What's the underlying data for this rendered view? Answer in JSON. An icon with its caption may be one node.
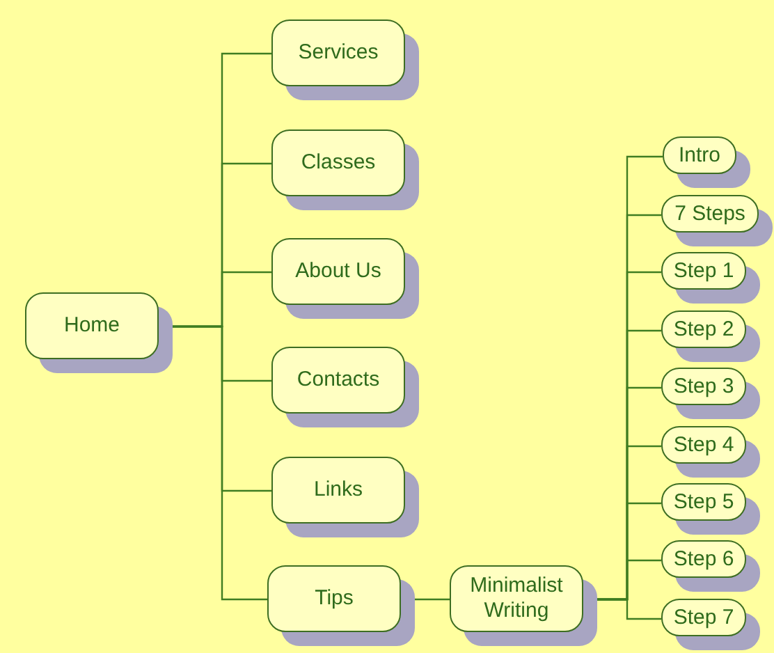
{
  "diagram": {
    "nodes": [
      {
        "text": [
          "Home"
        ]
      },
      {
        "text": [
          "Services"
        ]
      },
      {
        "text": [
          "Classes"
        ]
      },
      {
        "text": [
          "About Us"
        ]
      },
      {
        "text": [
          "Contacts"
        ]
      },
      {
        "text": [
          "Links"
        ]
      },
      {
        "text": [
          "Tips"
        ]
      },
      {
        "text": [
          "Minimalist Writing"
        ]
      },
      {
        "text": [
          "Intro"
        ]
      },
      {
        "text": [
          "7 Steps"
        ]
      },
      {
        "text": [
          "Step 1"
        ]
      },
      {
        "text": [
          "Step 2"
        ]
      },
      {
        "text": [
          "Step 3"
        ]
      },
      {
        "text": [
          "Step 4"
        ]
      },
      {
        "text": [
          "Step 5"
        ]
      },
      {
        "text": [
          "Step 6"
        ]
      },
      {
        "text": [
          "Step 7"
        ]
      }
    ],
    "edges": [
      {
        "from": 0,
        "to": 1,
        "arrow": "none"
      },
      {
        "from": 0,
        "to": 2,
        "arrow": "none"
      },
      {
        "from": 0,
        "to": 3,
        "arrow": "none"
      },
      {
        "from": 0,
        "to": 4,
        "arrow": "none"
      },
      {
        "from": 0,
        "to": 5,
        "arrow": "none"
      },
      {
        "from": 0,
        "to": 6,
        "arrow": "none"
      },
      {
        "from": 6,
        "to": 7,
        "arrow": "none"
      },
      {
        "from": 7,
        "to": 8,
        "arrow": "none"
      },
      {
        "from": 7,
        "to": 9,
        "arrow": "none"
      },
      {
        "from": 7,
        "to": 10,
        "arrow": "none"
      },
      {
        "from": 7,
        "to": 11,
        "arrow": "none"
      },
      {
        "from": 7,
        "to": 12,
        "arrow": "none"
      },
      {
        "from": 7,
        "to": 13,
        "arrow": "none"
      },
      {
        "from": 7,
        "to": 14,
        "arrow": "none"
      },
      {
        "from": 7,
        "to": 15,
        "arrow": "none"
      },
      {
        "from": 7,
        "to": 16,
        "arrow": "none"
      }
    ]
  }
}
